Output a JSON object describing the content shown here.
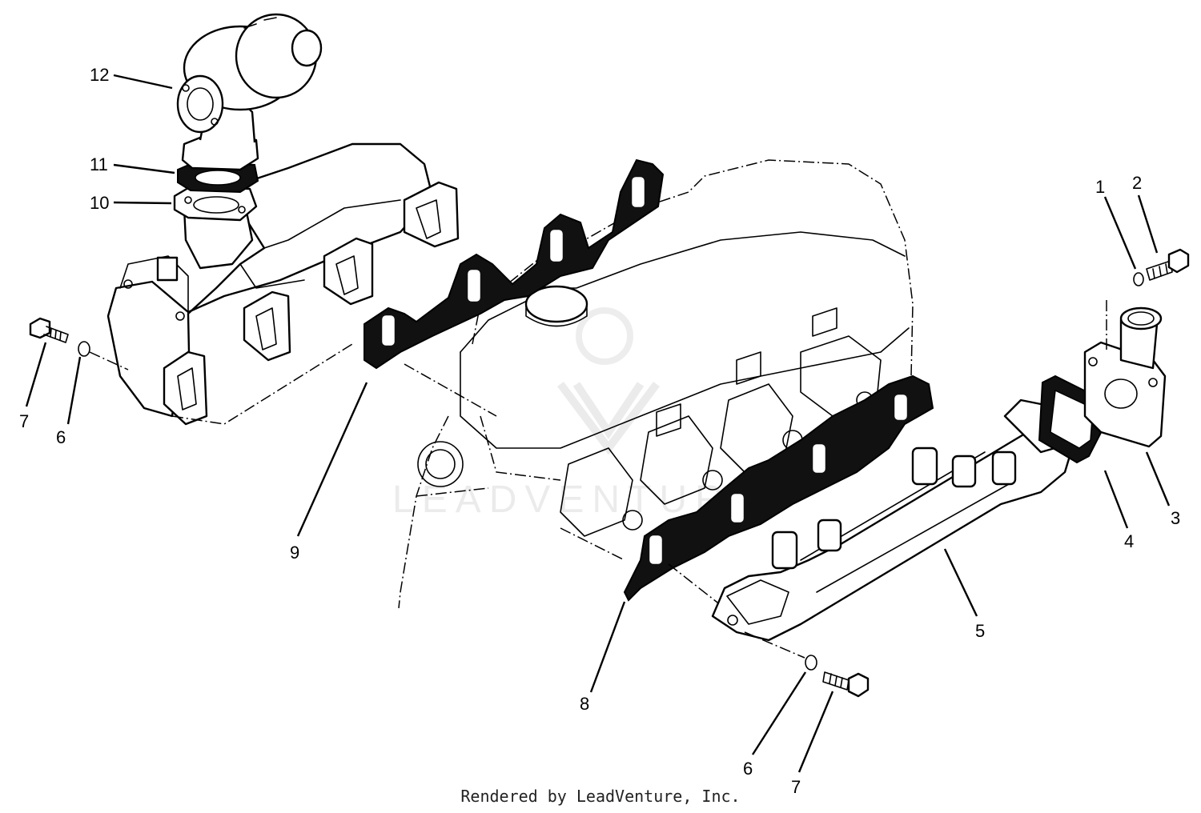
{
  "callouts": {
    "c12": "12",
    "c11": "11",
    "c10": "10",
    "c7_left": "7",
    "c6_left": "6",
    "c9": "9",
    "c1": "1",
    "c2": "2",
    "c3": "3",
    "c4": "4",
    "c5": "5",
    "c8": "8",
    "c6_bottom": "6",
    "c7_bottom": "7"
  },
  "watermark": "LEADVENTURE",
  "footer": {
    "credit": "Rendered by LeadVenture, Inc."
  },
  "colors": {
    "line": "#000000",
    "gasket": "#111111",
    "background": "#ffffff"
  }
}
